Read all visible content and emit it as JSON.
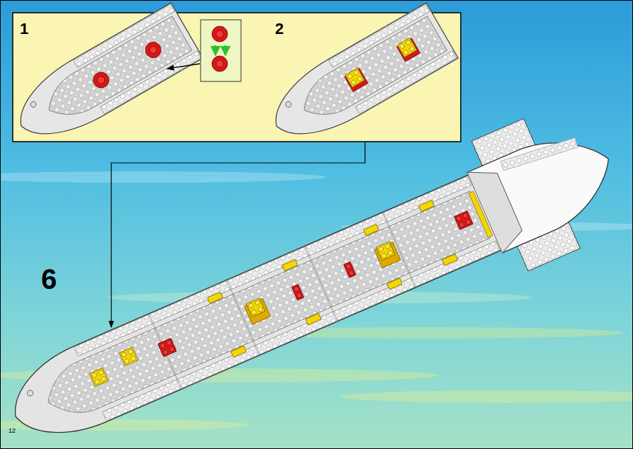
{
  "diagram": {
    "nodes": [
      {
        "text": [
          "1",
          "2"
        ]
      }
    ],
    "labels": [
      "6",
      "12"
    ]
  }
}
